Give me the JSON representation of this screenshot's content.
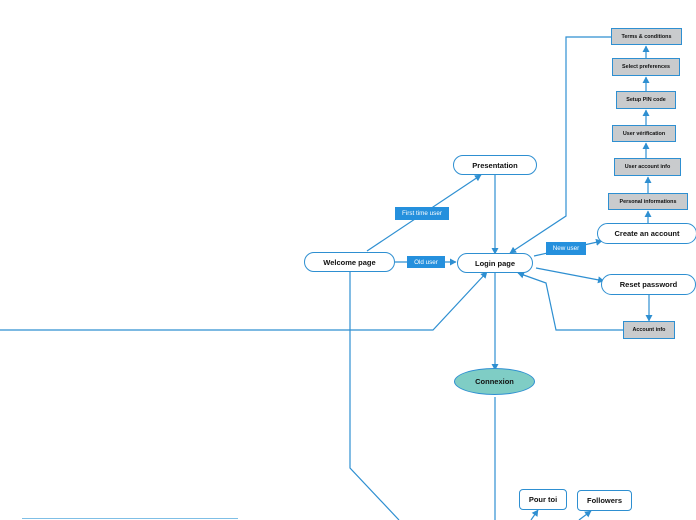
{
  "colors": {
    "line": "#2e8fd1",
    "label_bg": "#2590dd",
    "box_fill": "#c9cbcd",
    "main_fill": "#7fcdc5"
  },
  "nodes": {
    "welcome": "Welcome page",
    "presentation": "Presentation",
    "login": "Login page",
    "connexion": "Connexion",
    "create_account": "Create an account",
    "reset_password": "Reset password",
    "personal_info": "Personal informations",
    "user_account_info": "User account info",
    "user_verification": "User vérification",
    "setup_pin": "Setup PIN code",
    "select_preferences": "Select preferences",
    "terms": "Terms & conditions",
    "account_info": "Account info",
    "pour_toi": "Pour toi",
    "followers": "Followers"
  },
  "edge_labels": {
    "first_time_user": "First time user",
    "old_user": "Old user",
    "new_user": "New user"
  }
}
